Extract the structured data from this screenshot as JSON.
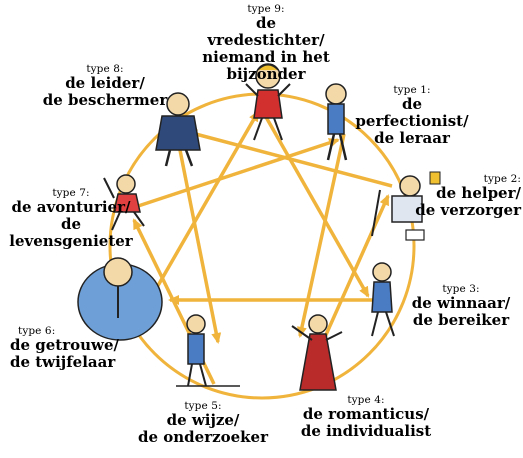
{
  "types": [
    {
      "id": 9,
      "type_label": "type 9:",
      "line1": "de vredestichter/",
      "line2": "niemand in het bijzonder"
    },
    {
      "id": 1,
      "type_label": "type 1:",
      "line1": "de perfectionist/",
      "line2": "de leraar"
    },
    {
      "id": 2,
      "type_label": "type 2:",
      "line1": "de helper/",
      "line2": "de verzorger"
    },
    {
      "id": 3,
      "type_label": "type 3:",
      "line1": "de winnaar/",
      "line2": "de bereiker"
    },
    {
      "id": 4,
      "type_label": "type 4:",
      "line1": "de romanticus/",
      "line2": "de individualist"
    },
    {
      "id": 5,
      "type_label": "type 5:",
      "line1": "de wijze/",
      "line2": "de onderzoeker"
    },
    {
      "id": 6,
      "type_label": "type 6:",
      "line1": "de getrouwe/",
      "line2": "de twijfelaar"
    },
    {
      "id": 7,
      "type_label": "type 7:",
      "line1": "de avonturier/",
      "line2": "de levensgenieter"
    },
    {
      "id": 8,
      "type_label": "type 8:",
      "line1": "de leider/",
      "line2": "de beschermer"
    }
  ],
  "colors": {
    "arrow": "#f0b43c",
    "circle": "#f0b43c",
    "text": "#000000"
  },
  "illustration_names": [
    "peacemaker-figure",
    "perfectionist-figure",
    "helper-figure",
    "achiever-figure",
    "romantic-figure",
    "investigator-figure",
    "loyalist-figure",
    "enthusiast-figure",
    "leader-figure"
  ]
}
